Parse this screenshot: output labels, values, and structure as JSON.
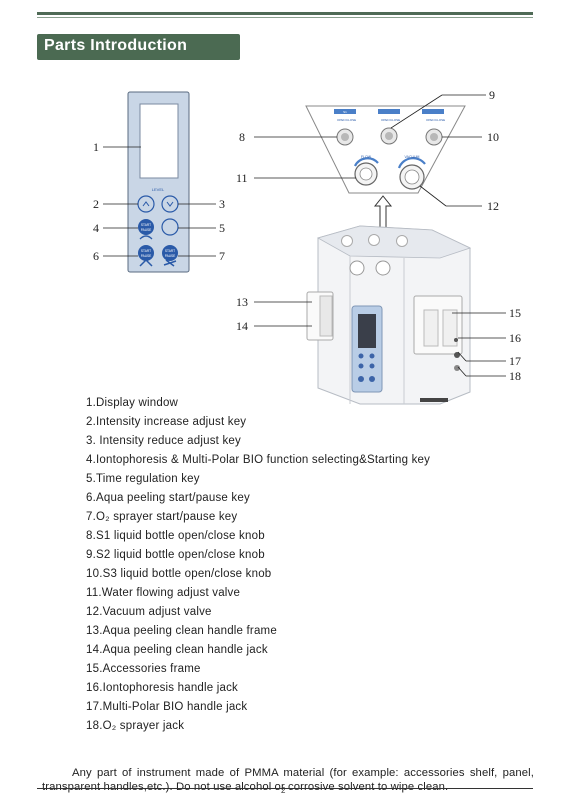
{
  "header": {
    "title": "Parts Introduction"
  },
  "callouts": [
    "1",
    "2",
    "3",
    "4",
    "5",
    "6",
    "7",
    "8",
    "9",
    "10",
    "11",
    "12",
    "13",
    "14",
    "15",
    "16",
    "17",
    "18"
  ],
  "panel": {
    "level_label": "LEVEL",
    "start_label": "START",
    "pause_label": "PAUSE",
    "knob_label": "S1",
    "open_label": "OPEN",
    "close_label": "CLOSE",
    "valve_labels": [
      "FLOW",
      "VACUUM"
    ]
  },
  "parts": [
    "1.Display window",
    "2.Intensity increase adjust key",
    "3. Intensity reduce adjust key",
    "4.Iontophoresis & Multi-Polar BIO function selecting&Starting key",
    "5.Time regulation key",
    "6.Aqua peeling start/pause key",
    "7.O₂ sprayer start/pause key",
    "8.S1 liquid bottle open/close knob",
    "9.S2 liquid bottle open/close knob",
    "10.S3 liquid bottle open/close knob",
    "11.Water flowing adjust valve",
    "12.Vacuum adjust valve",
    "13.Aqua peeling clean handle frame",
    "14.Aqua peeling clean handle jack",
    "15.Accessories frame",
    "16.Iontophoresis handle jack",
    "17.Multi-Polar BIO handle jack",
    "18.O₂ sprayer jack"
  ],
  "footer": {
    "note": "Any part of instrument made of PMMA material (for example: accessories shelf, panel, transparent handles,etc.). Do not  use alcohol or corrosive solvent to wipe clean.",
    "page_number": "2"
  },
  "colors": {
    "title_bg": "#4b6a52",
    "panel_bg": "#c9d6e6",
    "accent_blue": "#2a5aa8"
  }
}
